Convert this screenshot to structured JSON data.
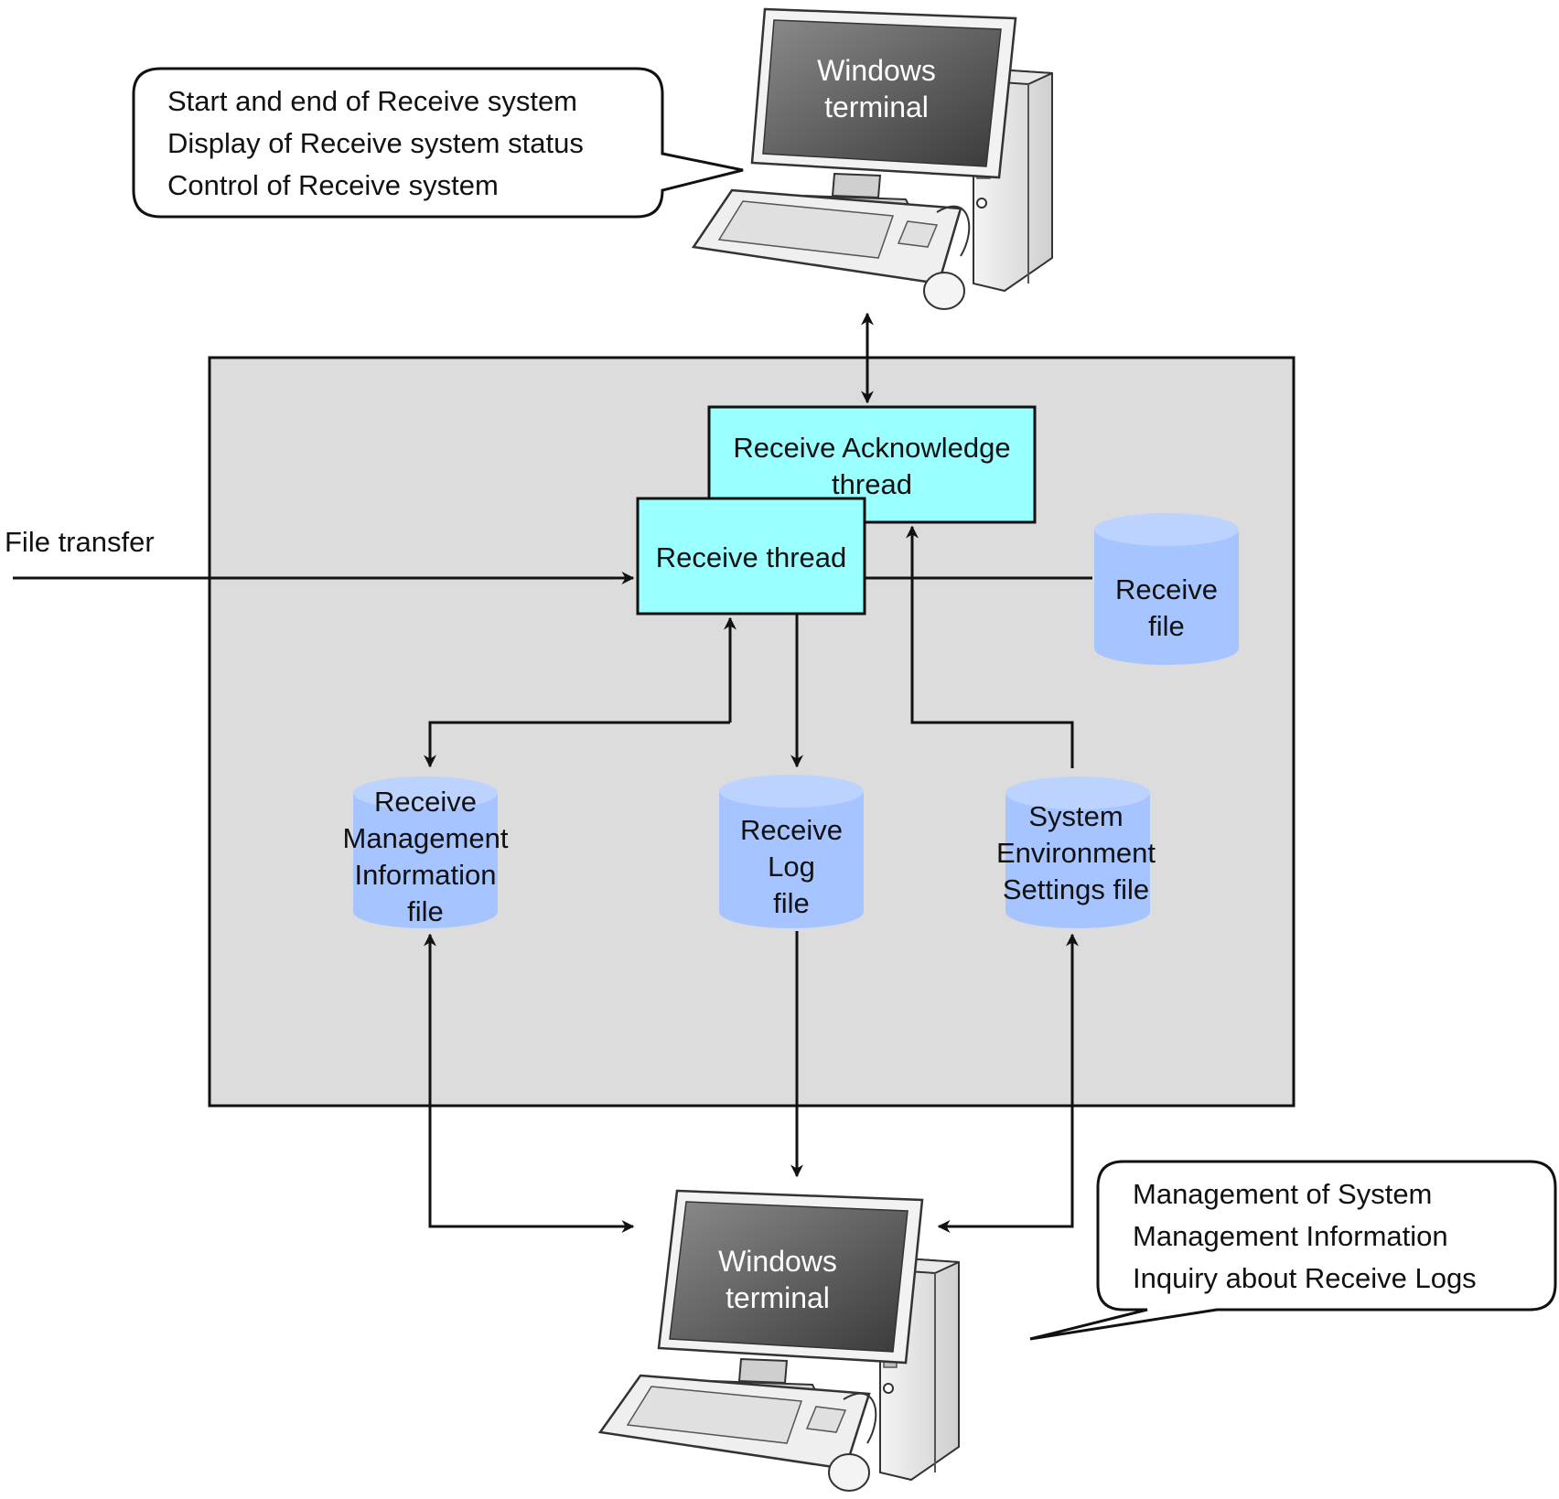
{
  "colors": {
    "system_box": "#dcdcdc",
    "thread_box": "#99ffff",
    "cylinder_body": "#a6c4ff",
    "cylinder_top": "#bdd3ff",
    "line": "#111111"
  },
  "top_terminal": {
    "screen_line1": "Windows",
    "screen_line2": "terminal",
    "callout": [
      "Start and end of Receive system",
      "Display of Receive system status",
      "Control of Receive system"
    ]
  },
  "bottom_terminal": {
    "screen_line1": "Windows",
    "screen_line2": "terminal",
    "callout": [
      "Management of System",
      "Management Information",
      "Inquiry about Receive Logs"
    ]
  },
  "input": {
    "label": "File transfer"
  },
  "threads": {
    "ack_line1": "Receive Acknowledge",
    "ack_line2": "thread",
    "receive": "Receive thread"
  },
  "files": {
    "receive_file": [
      "Receive",
      "file"
    ],
    "mgmt_info_file": [
      "Receive",
      "Management",
      "Information",
      "file"
    ],
    "log_file": [
      "Receive",
      "Log",
      "file"
    ],
    "settings_file": [
      "System",
      "Environment",
      "Settings file"
    ]
  },
  "icons": [
    "desktop-computer-icon",
    "database-cylinder-icon",
    "arrow-icon"
  ]
}
